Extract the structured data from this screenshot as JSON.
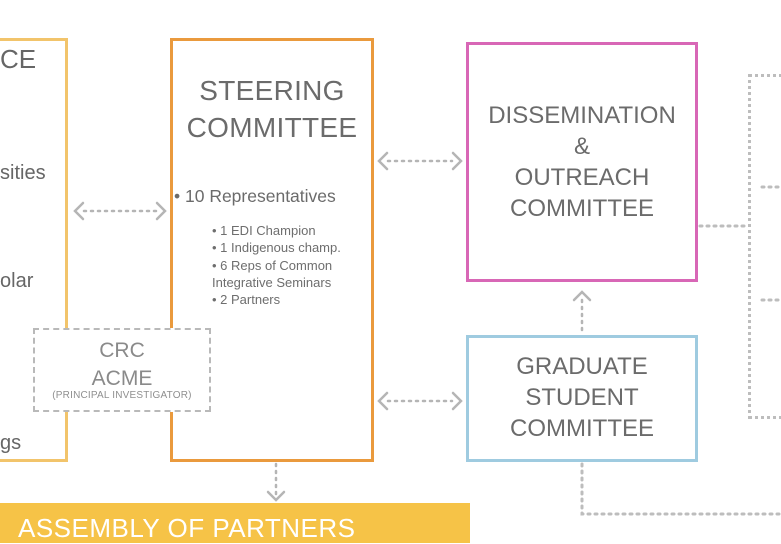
{
  "left_partial": {
    "title_fragment": "CE",
    "line1_fragment": "sities",
    "line2_fragment": "olar",
    "line3_fragment": "gs"
  },
  "steering": {
    "title_line1": "STEERING",
    "title_line2": "COMMITTEE",
    "representatives": "• 10 Representatives",
    "members": [
      "• 1 EDI Champion",
      "• 1 Indigenous champ.",
      "• 6 Reps of Common",
      "Integrative Seminars",
      "• 2 Partners"
    ]
  },
  "crc": {
    "line1": "CRC",
    "line2": "ACME",
    "line3": "(PRINCIPAL INVESTIGATOR)"
  },
  "dissemination": {
    "line1": "DISSEMINATION",
    "line2": "&",
    "line3": "OUTREACH",
    "line4": "COMMITTEE"
  },
  "graduate": {
    "line1": "GRADUATE",
    "line2": "STUDENT",
    "line3": "COMMITTEE"
  },
  "assembly": {
    "label": "ASSEMBLY OF PARTNERS"
  },
  "colors": {
    "yellow": "#f2c46b",
    "orange": "#ea9a3d",
    "magenta": "#d867b6",
    "light_blue": "#9fcbe0",
    "gray_dotted": "#bdbdbd",
    "assembly_yellow": "#f6c347"
  }
}
